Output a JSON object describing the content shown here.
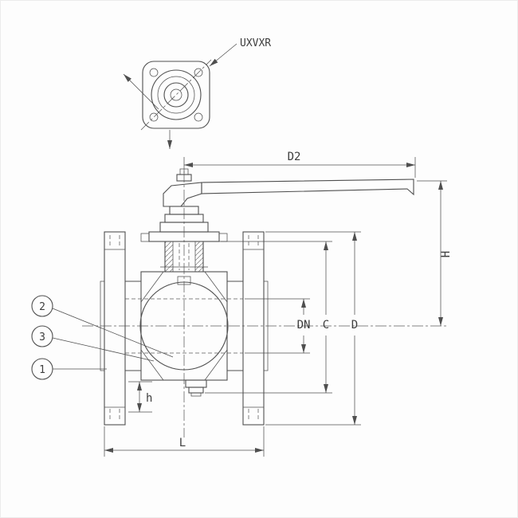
{
  "labels": {
    "top_view": "UXVXR",
    "d2": "D2",
    "h_height": "H",
    "dn": "DN",
    "c": "C",
    "d": "D",
    "h_bottom": "h",
    "l": "L"
  },
  "balloons": {
    "b1": "1",
    "b2": "2",
    "b3": "3"
  },
  "colors": {
    "line": "#4f4f4f",
    "background": "#fdfdfd"
  }
}
